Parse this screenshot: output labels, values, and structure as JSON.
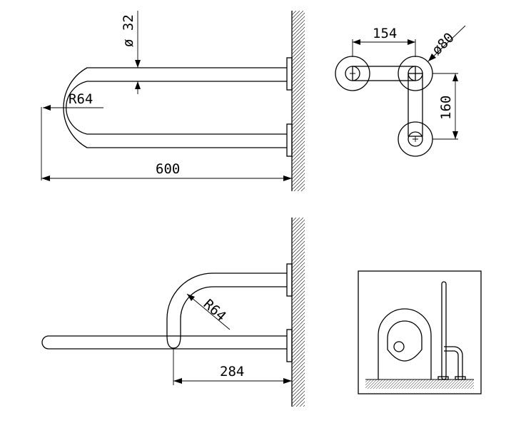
{
  "dimensions": {
    "pipe_diameter": "ø 32",
    "bend_radius_top": "R64",
    "overall_length": "600",
    "flange_spacing_horizontal": "154",
    "flange_diameter": "ø80",
    "flange_spacing_vertical": "160",
    "bend_radius_bottom": "R64",
    "arm_length": "284"
  },
  "colors": {
    "line": "#000000",
    "background": "#ffffff",
    "floor_hatch": "#888888"
  }
}
